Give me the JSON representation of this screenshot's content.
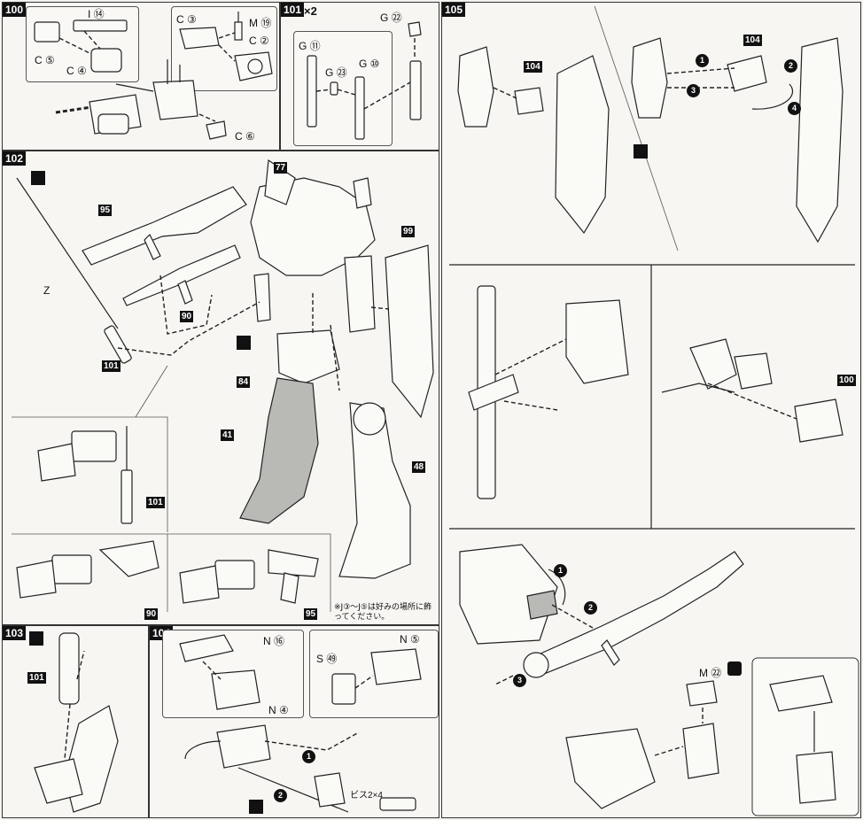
{
  "steps": {
    "s100": "100",
    "s101": "101",
    "s102": "102",
    "s103": "103",
    "s104": "104",
    "s105": "105"
  },
  "step100": {
    "parts": {
      "i14": "I ⑭",
      "c5": "C ⑤",
      "c4": "C ④",
      "c3": "C ③",
      "m19": "M ⑲",
      "c2": "C ②",
      "c6": "C ⑥"
    }
  },
  "step101": {
    "multiplier": "×2",
    "parts": {
      "g22": "G ㉒",
      "g11": "G ⑪",
      "g23": "G ㉓",
      "g10": "G ⑩"
    }
  },
  "step102": {
    "refs": {
      "r95": "95",
      "r77": "77",
      "r99": "99",
      "r90": "90",
      "r101": "101",
      "r84": "84",
      "r41": "41",
      "r48": "48",
      "r101b": "101",
      "r90b": "90",
      "r95b": "95"
    },
    "part_z": "Z",
    "note": "※J③～J⑤は好みの場所に飾ってください。"
  },
  "step103": {
    "refs": {
      "r101": "101"
    }
  },
  "step104": {
    "parts": {
      "n16": "N ⑯",
      "n4": "N ④",
      "s49": "S ㊾",
      "n5": "N ⑤"
    },
    "screw": "ビス2×4",
    "circled": {
      "c1": "1",
      "c2": "2"
    }
  },
  "step105": {
    "refs": {
      "r104a": "104",
      "r104b": "104",
      "r100": "100"
    },
    "part_m22": "M ㉒",
    "circled": {
      "c1": "1",
      "c2": "2",
      "c3": "3",
      "c4": "4",
      "d1": "1",
      "d2": "2",
      "d3": "3"
    }
  }
}
